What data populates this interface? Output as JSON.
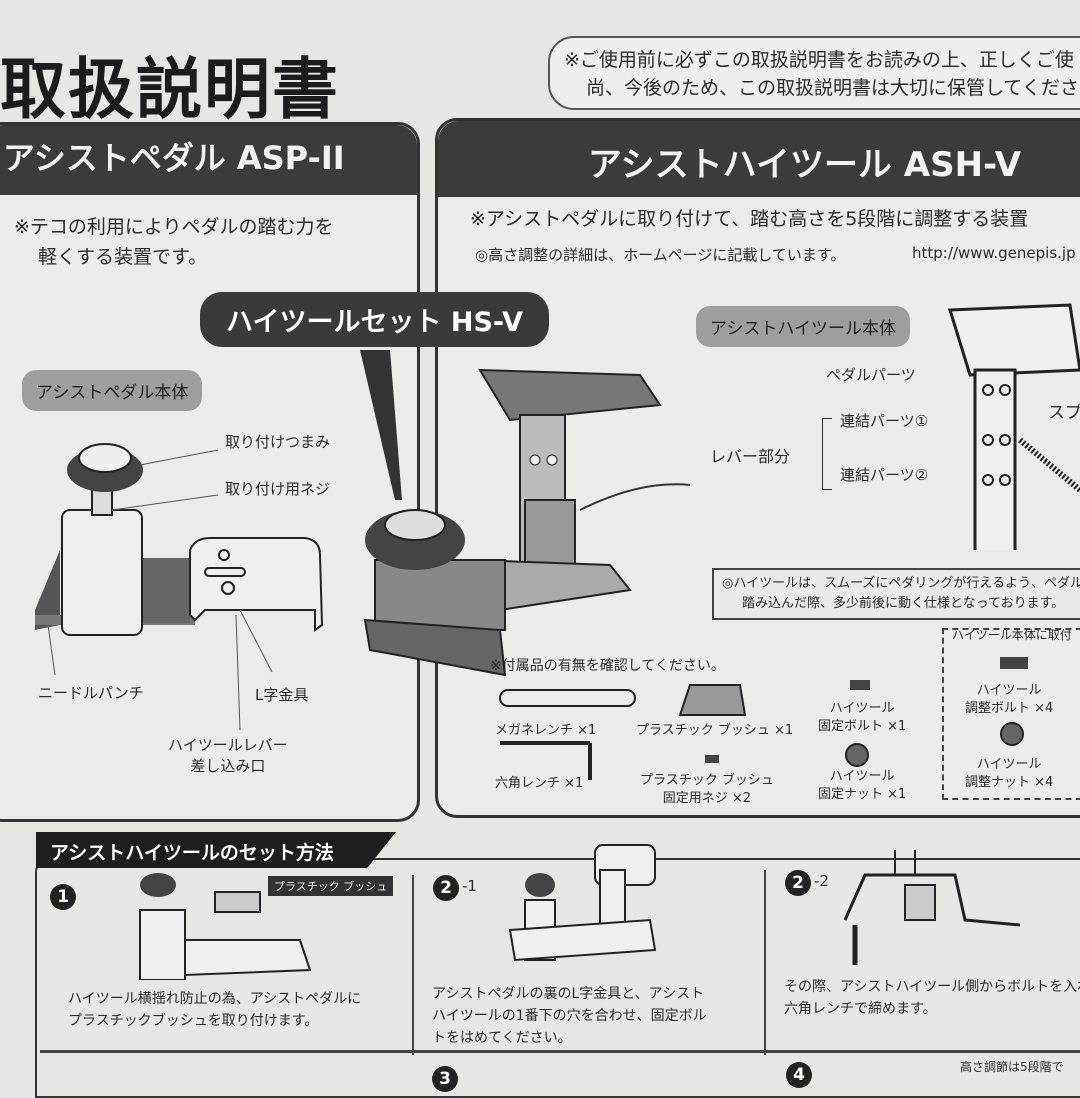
{
  "title": "取扱説明書",
  "notice": {
    "line1": "※ご使用前に必ずこの取扱説明書をお読みの上、正しくご使",
    "line2": "尚、今後のため、この取扱説明書は大切に保管してください"
  },
  "left_panel": {
    "header": "アシストペダル ASP-II",
    "description_line1": "※テコの利用によりペダルの踏む力を",
    "description_line2": "軽くする装置です。",
    "callout": "アシストペダル本体",
    "labels": {
      "knob": "取り付けつまみ",
      "screw": "取り付け用ネジ",
      "needle_punch": "ニードルパンチ",
      "l_bracket": "L字金具",
      "lever_slot_line1": "ハイツールレバー",
      "lever_slot_line2": "差し込み口"
    }
  },
  "set_badge": "ハイツールセット HS-V",
  "right_panel": {
    "header": "アシストハイツール ASH-V",
    "description": "※アシストペダルに取り付けて、踏む高さを5段階に調整する装置",
    "detail": "◎高さ調整の詳細は、ホームページに記載しています。",
    "url": "http://www.genepis.jp",
    "callout": "アシストハイツール本体",
    "labels": {
      "pedal_parts": "ペダルパーツ",
      "link1": "連結パーツ①",
      "lever": "レバー部分",
      "link2": "連結パーツ②",
      "spring": "スプ"
    },
    "note_line1": "◎ハイツールは、スムーズにペダリングが行えるよう、ペダル",
    "note_line2": "踏み込んだ際、多少前後に動く仕様となっております。",
    "accessory_check": "※付属品の有無を確認してください。",
    "accessories": [
      {
        "name": "メガネレンチ ×1"
      },
      {
        "name": "プラスチック ブッシュ ×1"
      },
      {
        "name": "六角レンチ ×1"
      },
      {
        "name": "プラスチック ブッシュ\n固定用ネジ ×2"
      },
      {
        "name": "ハイツール\n固定ボルト ×1"
      },
      {
        "name": "ハイツール\n固定ナット ×1"
      }
    ],
    "attached_header": "ハイツール本体に取付",
    "attached": [
      {
        "name": "ハイツール\n調整ボルト ×4"
      },
      {
        "name": "ハイツール\n調整ナット ×4"
      }
    ]
  },
  "setup": {
    "header": "アシストハイツールのセット方法",
    "steps": [
      {
        "num": "1",
        "sub": "",
        "tag": "プラスチック ブッシュ",
        "text": "ハイツール横揺れ防止の為、アシストペダルに\nプラスチックブッシュを取り付けます。"
      },
      {
        "num": "2",
        "sub": "-1",
        "text": "アシストペダルの裏のL字金具と、アシスト\nハイツールの1番下の穴を合わせ、固定ボル\nトをはめてください。"
      },
      {
        "num": "2",
        "sub": "-2",
        "text": "その際、アシストハイツール側からボルトを入れ\n六角レンチで締めます。"
      },
      {
        "num": "3"
      },
      {
        "num": "4",
        "text": "高さ調節は5段階で"
      }
    ]
  },
  "colors": {
    "paper": "#e6e6e3",
    "header": "#3b3b3b",
    "callout": "#9e9e9c"
  }
}
